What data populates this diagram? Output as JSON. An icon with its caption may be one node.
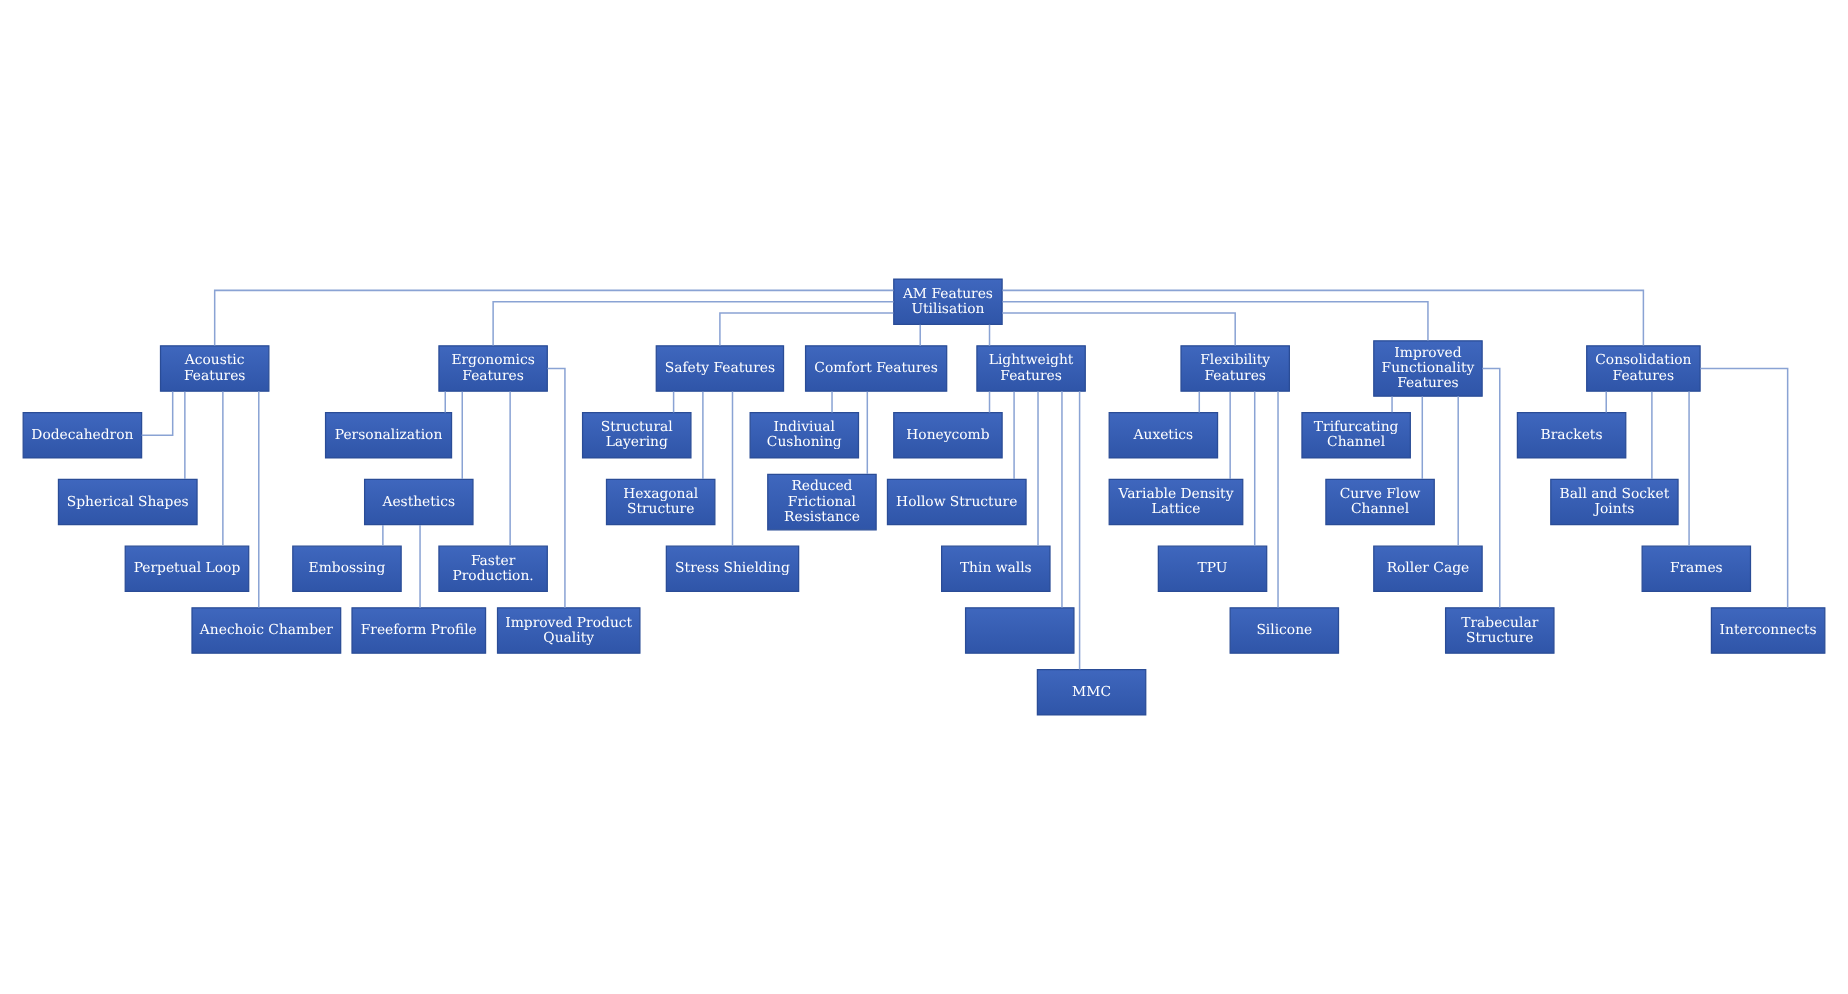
{
  "diagram": {
    "nodes": [
      {
        "text": [
          "AM Features Utilisation"
        ]
      },
      {
        "text": [
          "Acoustic Features"
        ]
      },
      {
        "text": [
          "Ergonomics Features"
        ]
      },
      {
        "text": [
          "Safety Features"
        ]
      },
      {
        "text": [
          "Comfort Features"
        ]
      },
      {
        "text": [
          "Lightweight Features"
        ]
      },
      {
        "text": [
          "Flexibility Features"
        ]
      },
      {
        "text": [
          "Improved Functionality Features"
        ]
      },
      {
        "text": [
          "Consolidation Features"
        ]
      },
      {
        "text": [
          "Dodecahedron"
        ]
      },
      {
        "text": [
          "Spherical Shapes"
        ]
      },
      {
        "text": [
          "Perpetual Loop"
        ]
      },
      {
        "text": [
          "Anechoic Chamber"
        ]
      },
      {
        "text": [
          "Personalization"
        ]
      },
      {
        "text": [
          "Aesthetics"
        ]
      },
      {
        "text": [
          "Embossing"
        ]
      },
      {
        "text": [
          "Freeform Profile"
        ]
      },
      {
        "text": [
          "Faster Production."
        ]
      },
      {
        "text": [
          "Improved Product Quality"
        ]
      },
      {
        "text": [
          "Structural Layering"
        ]
      },
      {
        "text": [
          "Hexagonal Structure"
        ]
      },
      {
        "text": [
          "Stress Shielding"
        ]
      },
      {
        "text": [
          "Indiviual Cushoning"
        ]
      },
      {
        "text": [
          "Reduced Frictional Resistance"
        ]
      },
      {
        "text": [
          "Honeycomb"
        ]
      },
      {
        "text": [
          "Hollow Structure"
        ]
      },
      {
        "text": [
          "Thin walls"
        ]
      },
      {
        "text": [],
        "shape": "box"
      },
      {
        "text": [
          "MMC"
        ]
      },
      {
        "text": [
          "Auxetics"
        ]
      },
      {
        "text": [
          "Variable Density Lattice"
        ]
      },
      {
        "text": [
          "TPU"
        ]
      },
      {
        "text": [
          "Silicone"
        ]
      },
      {
        "text": [
          "Trifurcating Channel"
        ]
      },
      {
        "text": [
          "Curve Flow Channel"
        ]
      },
      {
        "text": [
          "Roller Cage"
        ]
      },
      {
        "text": [
          "Trabecular Structure"
        ]
      },
      {
        "text": [
          "Brackets"
        ]
      },
      {
        "text": [
          "Ball and Socket Joints"
        ]
      },
      {
        "text": [
          "Frames"
        ]
      },
      {
        "text": [
          "Interconnects"
        ]
      }
    ],
    "edges": [
      {
        "from": 0,
        "to": 1,
        "arrow": "none"
      },
      {
        "from": 0,
        "to": 2,
        "arrow": "none"
      },
      {
        "from": 0,
        "to": 3,
        "arrow": "none"
      },
      {
        "from": 0,
        "to": 4,
        "arrow": "none"
      },
      {
        "from": 0,
        "to": 5,
        "arrow": "none"
      },
      {
        "from": 0,
        "to": 6,
        "arrow": "none"
      },
      {
        "from": 0,
        "to": 7,
        "arrow": "none"
      },
      {
        "from": 0,
        "to": 8,
        "arrow": "none"
      },
      {
        "from": 1,
        "to": 9,
        "arrow": "none"
      },
      {
        "from": 1,
        "to": 10,
        "arrow": "none"
      },
      {
        "from": 1,
        "to": 11,
        "arrow": "none"
      },
      {
        "from": 1,
        "to": 12,
        "arrow": "none"
      },
      {
        "from": 2,
        "to": 13,
        "arrow": "none"
      },
      {
        "from": 2,
        "to": 14,
        "arrow": "none"
      },
      {
        "from": 14,
        "to": 15,
        "arrow": "none"
      },
      {
        "from": 14,
        "to": 16,
        "arrow": "none"
      },
      {
        "from": 2,
        "to": 17,
        "arrow": "none"
      },
      {
        "from": 2,
        "to": 18,
        "arrow": "none"
      },
      {
        "from": 3,
        "to": 19,
        "arrow": "none"
      },
      {
        "from": 3,
        "to": 20,
        "arrow": "none"
      },
      {
        "from": 3,
        "to": 21,
        "arrow": "none"
      },
      {
        "from": 4,
        "to": 22,
        "arrow": "none"
      },
      {
        "from": 4,
        "to": 23,
        "arrow": "none"
      },
      {
        "from": 5,
        "to": 24,
        "arrow": "none"
      },
      {
        "from": 5,
        "to": 25,
        "arrow": "none"
      },
      {
        "from": 5,
        "to": 26,
        "arrow": "none"
      },
      {
        "from": 5,
        "to": 27,
        "arrow": "none"
      },
      {
        "from": 5,
        "to": 28,
        "arrow": "none"
      },
      {
        "from": 6,
        "to": 29,
        "arrow": "none"
      },
      {
        "from": 6,
        "to": 30,
        "arrow": "none"
      },
      {
        "from": 6,
        "to": 31,
        "arrow": "none"
      },
      {
        "from": 6,
        "to": 32,
        "arrow": "none"
      },
      {
        "from": 7,
        "to": 33,
        "arrow": "none"
      },
      {
        "from": 7,
        "to": 34,
        "arrow": "none"
      },
      {
        "from": 7,
        "to": 35,
        "arrow": "none"
      },
      {
        "from": 7,
        "to": 36,
        "arrow": "none"
      },
      {
        "from": 8,
        "to": 37,
        "arrow": "none"
      },
      {
        "from": 8,
        "to": 38,
        "arrow": "none"
      },
      {
        "from": 8,
        "to": 39,
        "arrow": "none"
      },
      {
        "from": 8,
        "to": 40,
        "arrow": "none"
      }
    ]
  }
}
